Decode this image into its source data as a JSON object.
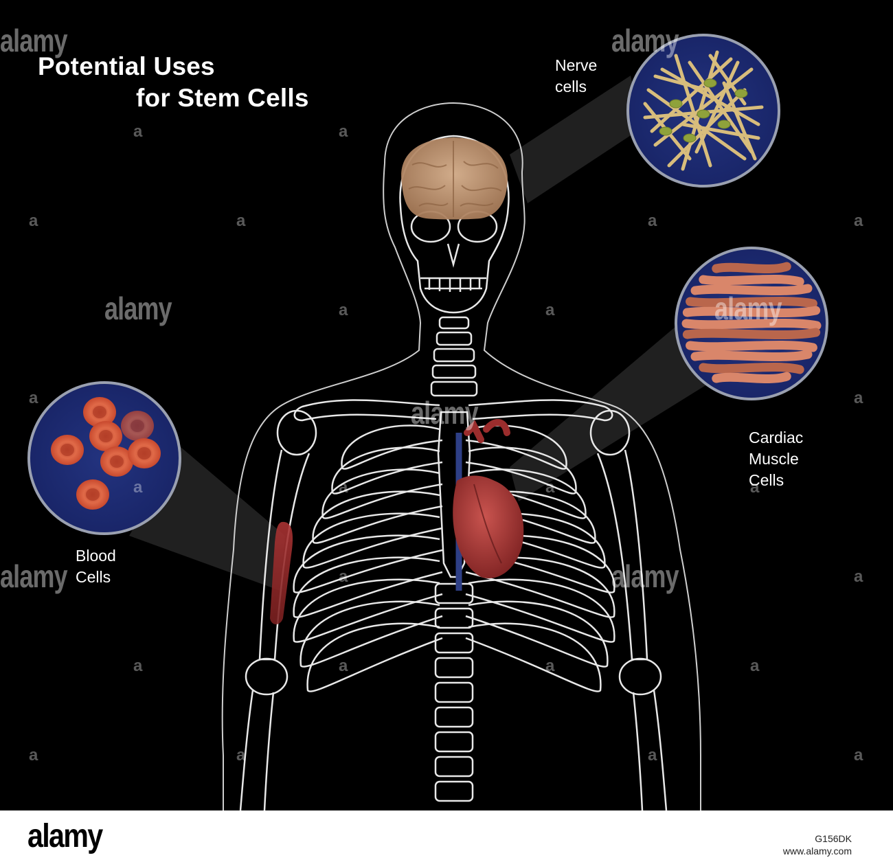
{
  "title": {
    "line1": "Potential Uses",
    "line2": "for Stem Cells"
  },
  "callouts": {
    "nerve": {
      "line1": "Nerve",
      "line2": "cells",
      "icon": "nerve-cells-icon"
    },
    "cardiac": {
      "line1": "Cardiac",
      "line2": "Muscle",
      "line3": "Cells",
      "icon": "cardiac-muscle-cells-icon"
    },
    "blood": {
      "line1": "Blood",
      "line2": "Cells",
      "icon": "blood-cells-icon"
    }
  },
  "watermark": {
    "word": "alamy",
    "letter": "a"
  },
  "footer": {
    "logo": "alamy",
    "image_id": "G156DK",
    "site": "www.alamy.com"
  },
  "colors": {
    "background": "#000000",
    "bone_outline": "#e8e8e8",
    "circle_fill": "#1d2a6e",
    "circle_border": "#9aa0b0",
    "brain": "#c9a07e",
    "heart": "#b03a3a",
    "blood_cell": "#d9573a",
    "muscle": "#d27f62",
    "nerve": "#d8bd7c"
  }
}
